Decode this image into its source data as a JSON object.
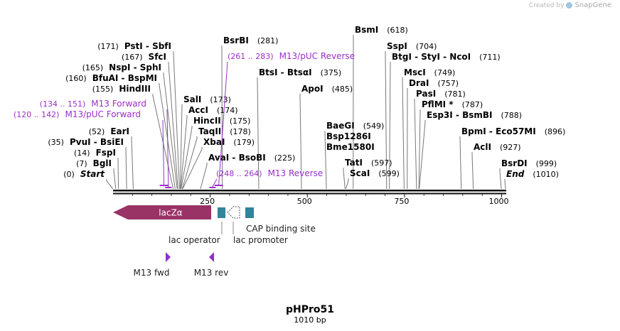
{
  "credit": {
    "prefix": "Created by",
    "brand": "SnapGene"
  },
  "plasmid": {
    "name": "pHPro51",
    "length_label": "1010 bp",
    "length": 1010
  },
  "ruler": {
    "ticks": [
      "250",
      "500",
      "750",
      "1000"
    ]
  },
  "ends": {
    "start": {
      "label": "Start",
      "pos": "(0)"
    },
    "end": {
      "label": "End",
      "pos": "(1010)"
    }
  },
  "sites": [
    {
      "id": "bgli",
      "text": "BglI",
      "pos": "(7)"
    },
    {
      "id": "fspi",
      "text": "FspI",
      "pos": "(14)"
    },
    {
      "id": "pvui-bsiei",
      "text": "PvuI  -  BsiEI",
      "pos": "(35)"
    },
    {
      "id": "eari",
      "text": "EarI",
      "pos": "(52)"
    },
    {
      "id": "hindiii",
      "text": "HindIII",
      "pos": "(155)"
    },
    {
      "id": "bfuai-bspmi",
      "text": "BfuAI  -  BspMI",
      "pos": "(160)"
    },
    {
      "id": "nspi-sphi",
      "text": "NspI  -  SphI",
      "pos": "(165)"
    },
    {
      "id": "sfci",
      "text": "SfcI",
      "pos": "(167)"
    },
    {
      "id": "psti-sbfi",
      "text": "PstI  -  SbfI",
      "pos": "(171)"
    },
    {
      "id": "sali",
      "text": "SalI",
      "pos": "(173)"
    },
    {
      "id": "acci",
      "text": "AccI",
      "pos": "(174)"
    },
    {
      "id": "hincii",
      "text": "HincII",
      "pos": "(175)"
    },
    {
      "id": "taqii",
      "text": "TaqII",
      "pos": "(178)"
    },
    {
      "id": "xbai",
      "text": "XbaI",
      "pos": "(179)"
    },
    {
      "id": "avai-bsobi",
      "text": "AvaI  -  BsoBI",
      "pos": "(225)"
    },
    {
      "id": "bsrbi",
      "text": "BsrBI",
      "pos": "(281)"
    },
    {
      "id": "btsi-btsai",
      "text": "BtsI  -  BtsαI",
      "pos": "(375)"
    },
    {
      "id": "apoi",
      "text": "ApoI",
      "pos": "(485)"
    },
    {
      "id": "baegi",
      "text": "BaeGI",
      "pos": "(549)"
    },
    {
      "id": "bsp1286i",
      "text": "Bsp1286I",
      "pos": ""
    },
    {
      "id": "bme1580i",
      "text": "Bme1580I",
      "pos": ""
    },
    {
      "id": "tati",
      "text": "TatI",
      "pos": "(597)"
    },
    {
      "id": "scai",
      "text": "ScaI",
      "pos": "(599)"
    },
    {
      "id": "bsmi",
      "text": "BsmI",
      "pos": "(618)"
    },
    {
      "id": "sspi",
      "text": "SspI",
      "pos": "(704)"
    },
    {
      "id": "btgi-styi-ncoi",
      "text": "BtgI  -  StyI  -  NcoI",
      "pos": "(711)"
    },
    {
      "id": "msci",
      "text": "MscI",
      "pos": "(749)"
    },
    {
      "id": "drai",
      "text": "DraI",
      "pos": "(757)"
    },
    {
      "id": "pasi",
      "text": "PasI",
      "pos": "(781)"
    },
    {
      "id": "pflmi",
      "text": "PflMI *",
      "pos": "(787)"
    },
    {
      "id": "esp3i-bsmbi",
      "text": "Esp3I  -  BsmBI",
      "pos": "(788)"
    },
    {
      "id": "bpmi-eco57mi",
      "text": "BpmI  -  Eco57MI",
      "pos": "(896)"
    },
    {
      "id": "acli",
      "text": "AclI",
      "pos": "(927)"
    },
    {
      "id": "bsrdi",
      "text": "BsrDI",
      "pos": "(999)"
    }
  ],
  "primer_sites": [
    {
      "id": "m13-fwd-1",
      "range": "(134 .. 151)",
      "name": "M13 Forward"
    },
    {
      "id": "m13-puc-fwd",
      "range": "(120 .. 142)",
      "name": "M13/pUC Forward"
    },
    {
      "id": "m13-puc-rev",
      "range": "(261 .. 283)",
      "name": "M13/pUC Reverse"
    },
    {
      "id": "m13-rev",
      "range": "(248 .. 264)",
      "name": "M13 Reverse"
    }
  ],
  "features": {
    "lacz": "lacZα",
    "lac_operator": "lac operator",
    "lac_promoter": "lac promoter",
    "cap_site": "CAP binding site",
    "m13_fwd": "M13 fwd",
    "m13_rev": "M13 rev"
  },
  "colors": {
    "lacz": "#993366",
    "operator": "#31849b",
    "primer": "#9b2fc9",
    "primer_arrow": "#8b2fd1"
  }
}
